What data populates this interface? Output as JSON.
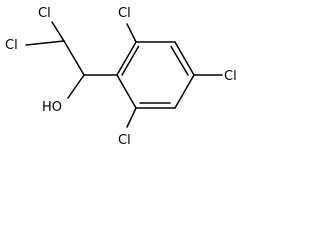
{
  "molecule": {
    "atom_labels": {
      "cl_top_left": "Cl",
      "cl_left": "Cl",
      "cl_ring_top": "Cl",
      "cl_ring_right": "Cl",
      "cl_ring_bottom": "Cl",
      "hydroxyl": "HO"
    },
    "colors": {
      "bond": "#000000",
      "label": "#000000",
      "background": "#ffffff"
    }
  }
}
